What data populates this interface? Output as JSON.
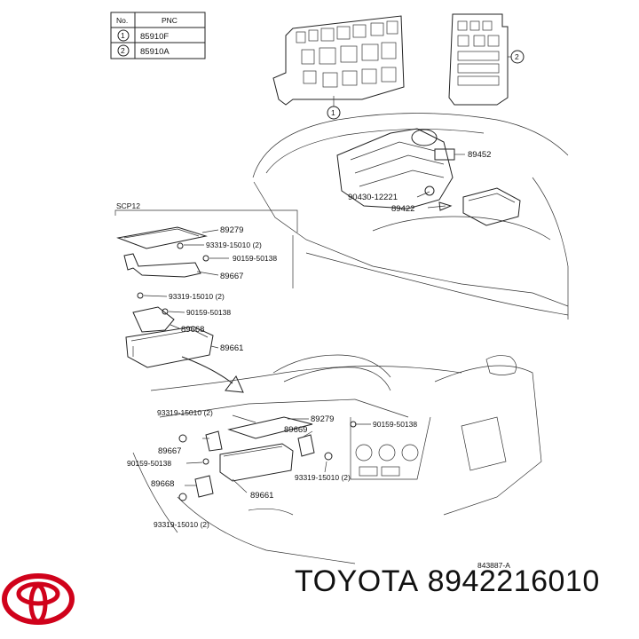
{
  "pnc_table": {
    "headers": {
      "no": "No.",
      "pnc": "PNC"
    },
    "rows": [
      {
        "no": "1",
        "pnc": "85910F"
      },
      {
        "no": "2",
        "pnc": "85910A"
      }
    ]
  },
  "diagram": {
    "section_label": "SCP12",
    "callouts": {
      "c1": "1",
      "c2": "2",
      "p89452": "89452",
      "p90430": "90430-12221",
      "p89422": "89422",
      "p89279a": "89279",
      "p93319a": "93319-15010 (2)",
      "p90159a": "90159-50138",
      "p89667a": "89667",
      "p93319b": "93319-15010 (2)",
      "p90159b": "90159-50138",
      "p89668a": "89668",
      "p89661a": "89661",
      "p93319c": "93319-15010 (2)",
      "p89279b": "89279",
      "p89669": "89669",
      "p90159c": "90159-50138",
      "p89667b": "89667",
      "p90159d": "90159-50138",
      "p93319d": "93319-15010 (2)",
      "p89668b": "89668",
      "p89661b": "89661",
      "p93319e": "93319-15010 (2)"
    },
    "figure_id": "843887-A"
  },
  "footer": {
    "logo": "toyota-emblem",
    "brand": "TOYOTA",
    "part_number": "8942216010"
  }
}
